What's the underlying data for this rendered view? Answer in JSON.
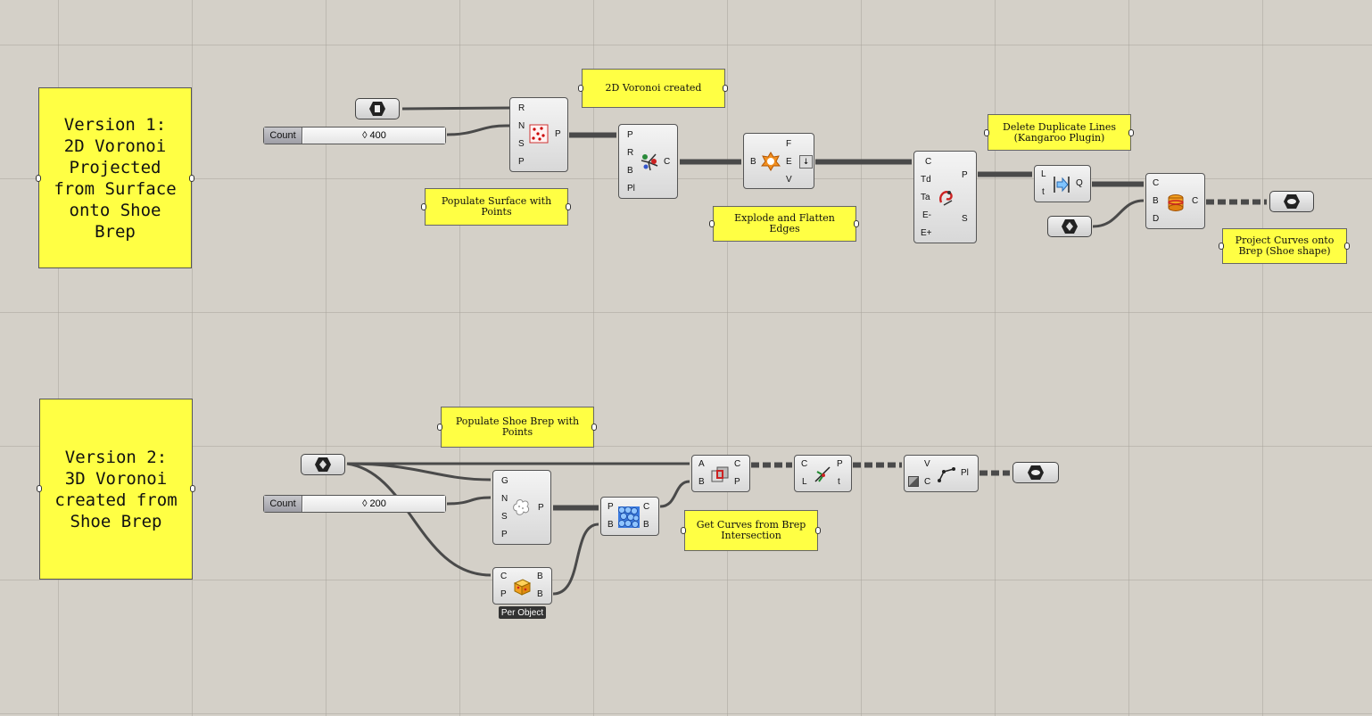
{
  "groups": {
    "v1_title": "Version 1:\n2D Voronoi\nProjected\nfrom Surface\nonto Shoe\nBrep",
    "v2_title": "Version 2:\n3D Voronoi\ncreated from\nShoe Brep"
  },
  "notes": {
    "voronoi_created": "2D Voronoi created",
    "populate_surface": "Populate Surface with\nPoints",
    "explode_flatten": "Explode and Flatten\nEdges",
    "delete_duplicates": "Delete Duplicate Lines\n(Kangaroo Plugin)",
    "project_curves": "Project Curves onto\nBrep (Shoe shape)",
    "populate_brep": "Populate Shoe Brep with\nPoints",
    "curves_from_brep": "Get Curves from Brep\nIntersection"
  },
  "sliders": {
    "count1": {
      "label": "Count",
      "value": "◊ 400"
    },
    "count2": {
      "label": "Count",
      "value": "◊ 200"
    }
  },
  "ports": {
    "populate2d": {
      "in": [
        "R",
        "N",
        "S",
        "P"
      ],
      "out": [
        "P"
      ]
    },
    "voronoi": {
      "in": [
        "P",
        "R",
        "B",
        "Pl"
      ],
      "out": [
        "C"
      ]
    },
    "explode": {
      "in": [
        "B"
      ],
      "out": [
        "F",
        "E",
        "V"
      ]
    },
    "edges": {
      "in": [
        "C",
        "Td",
        "Ta",
        "E-",
        "E+"
      ],
      "out": [
        "P",
        "S"
      ]
    },
    "removedup": {
      "in": [
        "L",
        "t"
      ],
      "out": [
        "Q"
      ]
    },
    "project": {
      "in": [
        "C",
        "B",
        "D"
      ],
      "out": [
        "C"
      ]
    },
    "populate3d": {
      "in": [
        "G",
        "N",
        "S",
        "P"
      ],
      "out": [
        "P"
      ]
    },
    "voronoi3d": {
      "in": [
        "P",
        "B"
      ],
      "out": [
        "C",
        "B"
      ]
    },
    "brepbox": {
      "in": [
        "C",
        "P"
      ],
      "out": [
        "B",
        "B"
      ]
    },
    "intersect": {
      "in": [
        "A",
        "B"
      ],
      "out": [
        "C",
        "P"
      ]
    },
    "curveclosest": {
      "in": [
        "C",
        "L"
      ],
      "out": [
        "P",
        "t"
      ]
    },
    "polyline": {
      "in": [
        "V",
        "C"
      ],
      "out": [
        "Pl"
      ]
    }
  },
  "tags": {
    "per_object": "Per Object"
  },
  "colors": {
    "canvas": "#d4d0c8",
    "group": "#ffff44",
    "wire": "#555555"
  }
}
